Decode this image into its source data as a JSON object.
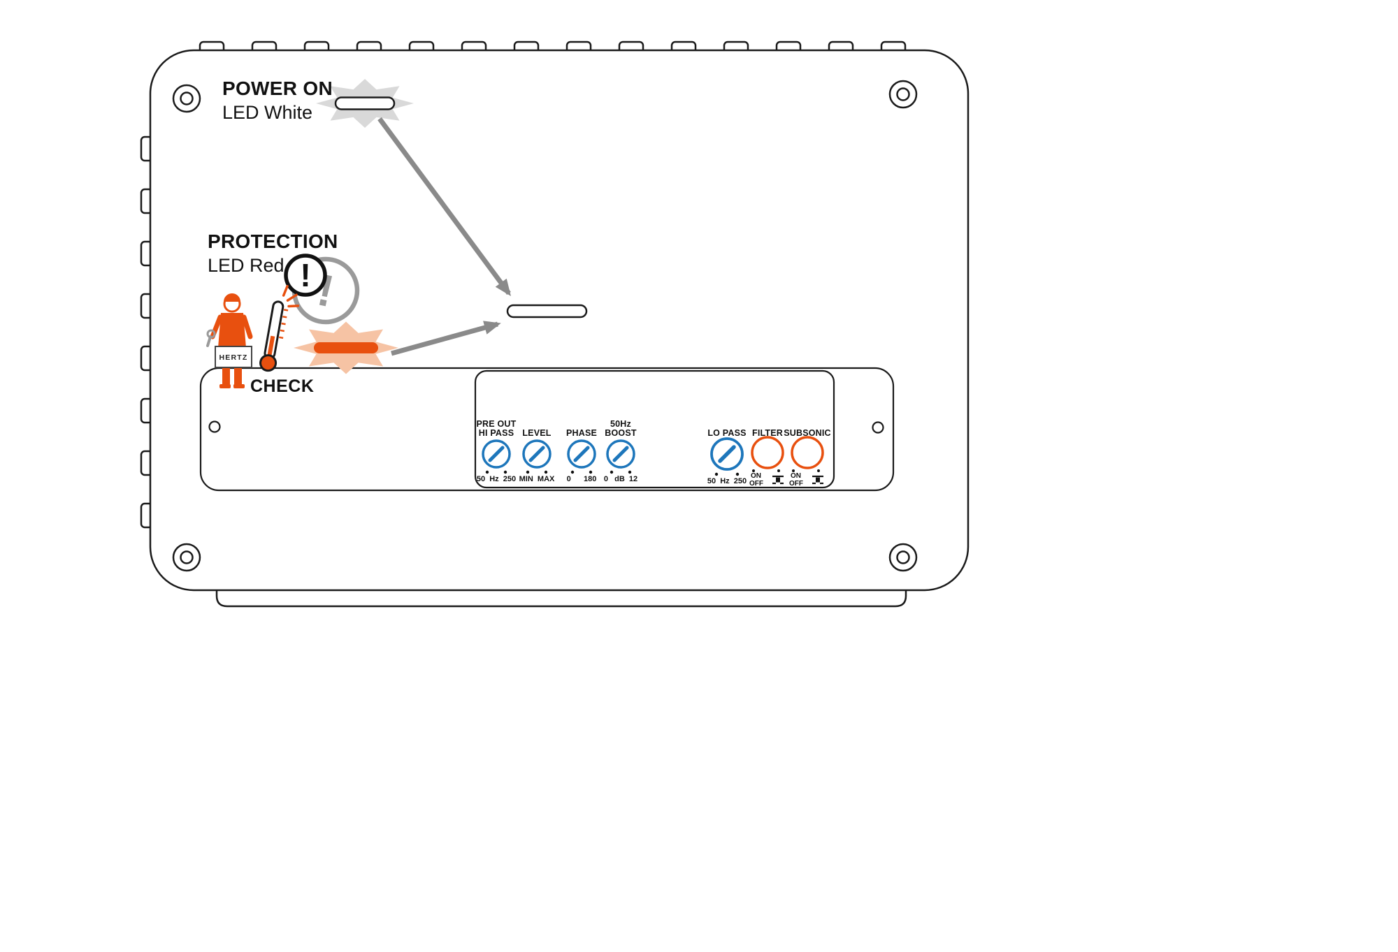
{
  "annotations": {
    "power_on": {
      "title": "POWER ON",
      "subtitle": "LED White"
    },
    "protection": {
      "title": "PROTECTION",
      "subtitle": "LED Red"
    },
    "check_label": "CHECK",
    "brand_sign": "HERTZ",
    "warning_glyph": "!"
  },
  "panel": {
    "controls": [
      {
        "name": "pre-out-hi-pass",
        "label_line1": "PRE OUT",
        "label_line2": "HI PASS",
        "scale": "50  Hz  250",
        "type": "knob"
      },
      {
        "name": "level",
        "label_line1": "LEVEL",
        "scale": "MIN  MAX",
        "type": "knob"
      },
      {
        "name": "phase",
        "label_line1": "PHASE",
        "scale": "0      180",
        "type": "knob"
      },
      {
        "name": "boost-50hz",
        "label_line1": "50Hz",
        "label_line2": "BOOST",
        "scale": "0   dB  12",
        "type": "knob"
      },
      {
        "name": "lo-pass",
        "label_line1": "LO PASS",
        "scale": "50  Hz  250",
        "type": "knob"
      },
      {
        "name": "filter",
        "label_line1": "FILTER",
        "on_label": "ON",
        "off_label": "OFF",
        "type": "switch"
      },
      {
        "name": "subsonic",
        "label_line1": "SUBSONIC",
        "on_label": "ON",
        "off_label": "OFF",
        "type": "switch"
      }
    ]
  },
  "colors": {
    "accent_orange": "#E8500F",
    "knob_blue": "#1D76BB",
    "arrow_gray": "#8A8A8A",
    "burst_gray": "#D9D9D9",
    "burst_orange": "#F6C3A4",
    "outline_black": "#1A1A1A",
    "led_white": "#FFFFFF"
  }
}
